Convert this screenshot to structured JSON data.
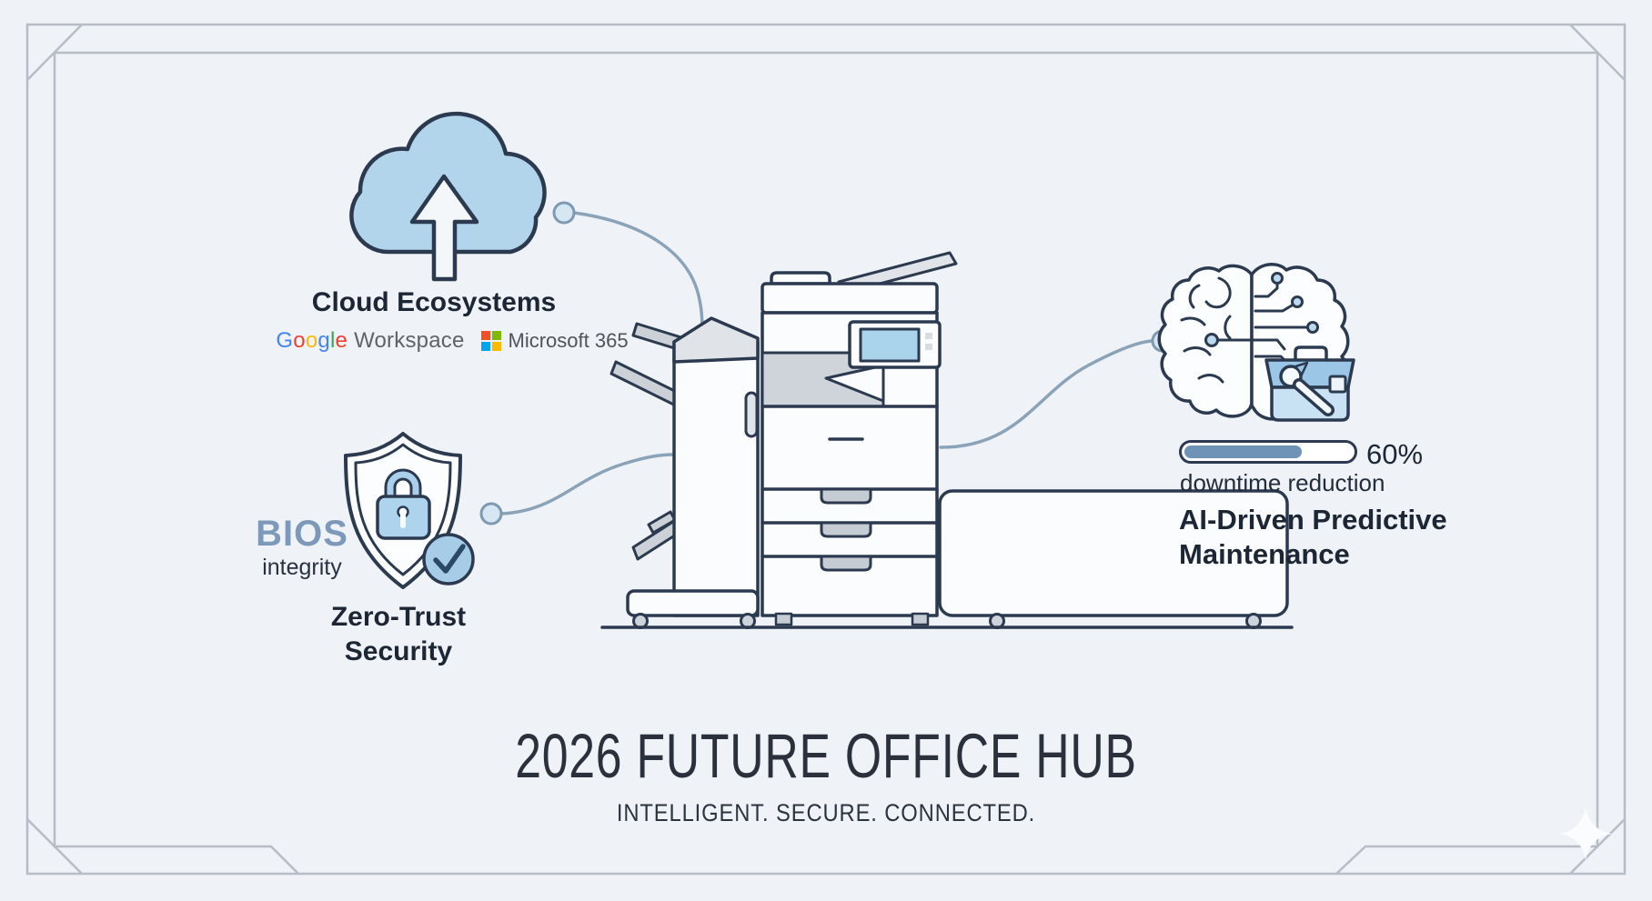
{
  "poster": {
    "title": "2026 FUTURE OFFICE HUB",
    "subtitle": "INTELLIGENT. SECURE. CONNECTED."
  },
  "cloud_section": {
    "title": "Cloud Ecosystems",
    "google": {
      "word": "Google",
      "letter_colors": [
        "#4285F4",
        "#EA4335",
        "#FBBC05",
        "#4285F4",
        "#34A853",
        "#EA4335"
      ],
      "suffix": "Workspace"
    },
    "microsoft": {
      "label": "Microsoft 365",
      "square_colors": [
        "#F25022",
        "#7FBA00",
        "#00A4EF",
        "#FFB900"
      ]
    }
  },
  "security_section": {
    "highlight": "BIOS",
    "highlight_caption": "integrity",
    "title_line1": "Zero-Trust",
    "title_line2": "Security"
  },
  "ai_section": {
    "percent_label": "60%",
    "bar_fill_percent": 68,
    "caption": "downtime reduction",
    "title_line1": "AI-Driven Predictive",
    "title_line2": "Maintenance"
  },
  "icons": {
    "cloud": "cloud-upload-icon",
    "security": "shield-lock-icon",
    "security_badge": "check-badge-icon",
    "ai": "brain-circuit-icon",
    "maintenance": "toolbox-wrench-icon",
    "device": "multifunction-printer-illustration",
    "decoration": "corner-sparkle-icon"
  },
  "colors": {
    "background": "#eff2f6",
    "line_dark": "#2c3a50",
    "icon_blue_fill": "#b3d5ec",
    "steel_blue": "#6e93b7",
    "bios_blue": "#7d99ba",
    "frame_gray": "#b7bdc7",
    "connector": "#8ba3b8",
    "text_dark": "#1d2634",
    "gray_fill": "#ccd1d8"
  }
}
